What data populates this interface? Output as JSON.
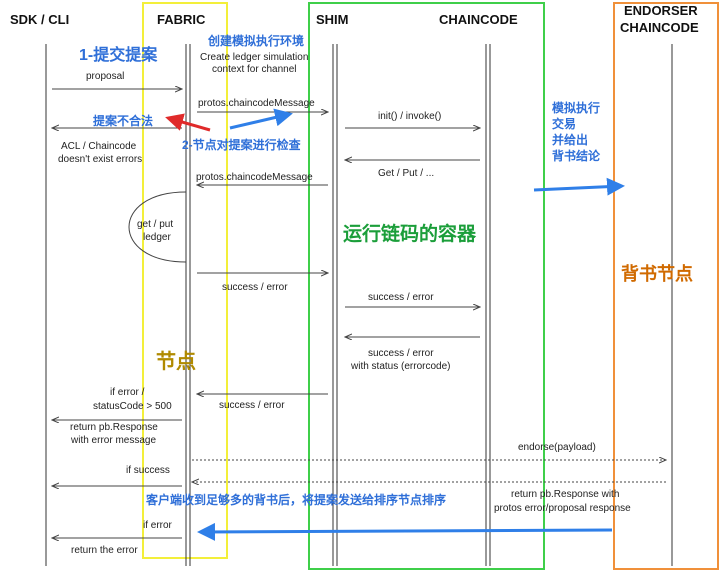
{
  "participants": {
    "sdk": "SDK / CLI",
    "fabric": "FABRIC",
    "shim": "SHIM",
    "chaincode": "CHAINCODE",
    "endorser_line1": "ENDORSER",
    "endorser_line2": "CHAINCODE"
  },
  "messages": {
    "proposal": "proposal",
    "create_sim_1": "Create ledger simulation",
    "create_sim_2": "context for channel",
    "protos_msg_1": "protos.chaincodeMessage",
    "init_invoke": "init() / invoke()",
    "acl_1": "ACL  / Chaincode",
    "acl_2": "doesn't exist errors",
    "get_put": "Get / Put / ...",
    "protos_msg_2": "protos.chaincodeMessage",
    "get_put_ledger_1": "get / put",
    "get_put_ledger_2": "ledger",
    "success_error_1": "success / error",
    "success_error_2": "success / error",
    "success_error_3_1": "success / error",
    "success_error_3_2": "with status (errorcode)",
    "if_error_1": "if error /",
    "if_error_2": "statusCode > 500",
    "success_error_4": "success / error",
    "return_pb_1": "return pb.Response",
    "return_pb_2": "with error message",
    "endorse": "endorse(payload)",
    "if_success": "if success",
    "return_pb_3": "return pb.Response with",
    "return_pb_4": "protos error/proposal response",
    "if_error_3": "if error",
    "return_error": "return the error"
  },
  "annotations": {
    "submit_proposal": "1-提交提案",
    "create_env": "创建模拟执行环境",
    "proposal_invalid": "提案不合法",
    "node_check": "2-节点对提案进行检查",
    "simulate_1": "模拟执行",
    "simulate_2": "交易",
    "simulate_3": "并给出",
    "simulate_4": "背书结论",
    "container": "运行链码的容器",
    "endorse_node": "背书节点",
    "node": "节点",
    "client_msg": "客户端收到足够多的背书后，将提案发送给排序节点排序"
  },
  "colors": {
    "fabric_box": "#f3ef3a",
    "container_box": "#3fcf4a",
    "endorser_box": "#f0903a",
    "blue_arrow": "#2f7fe8",
    "red_arrow": "#e02a2a"
  }
}
